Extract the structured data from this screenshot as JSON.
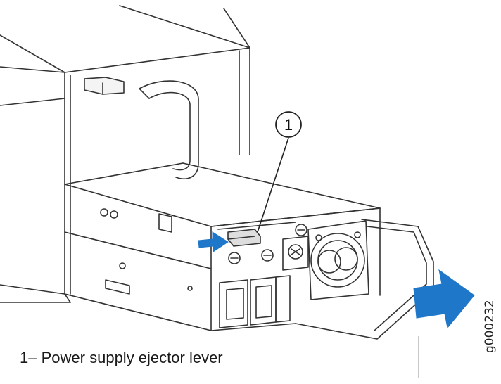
{
  "figure": {
    "callout_number": "1",
    "figure_id": "g000232",
    "arrow_color": "#1f77c9"
  },
  "legend": {
    "items": [
      {
        "number": "1",
        "separator": "–",
        "text": "Power supply ejector lever"
      }
    ]
  }
}
